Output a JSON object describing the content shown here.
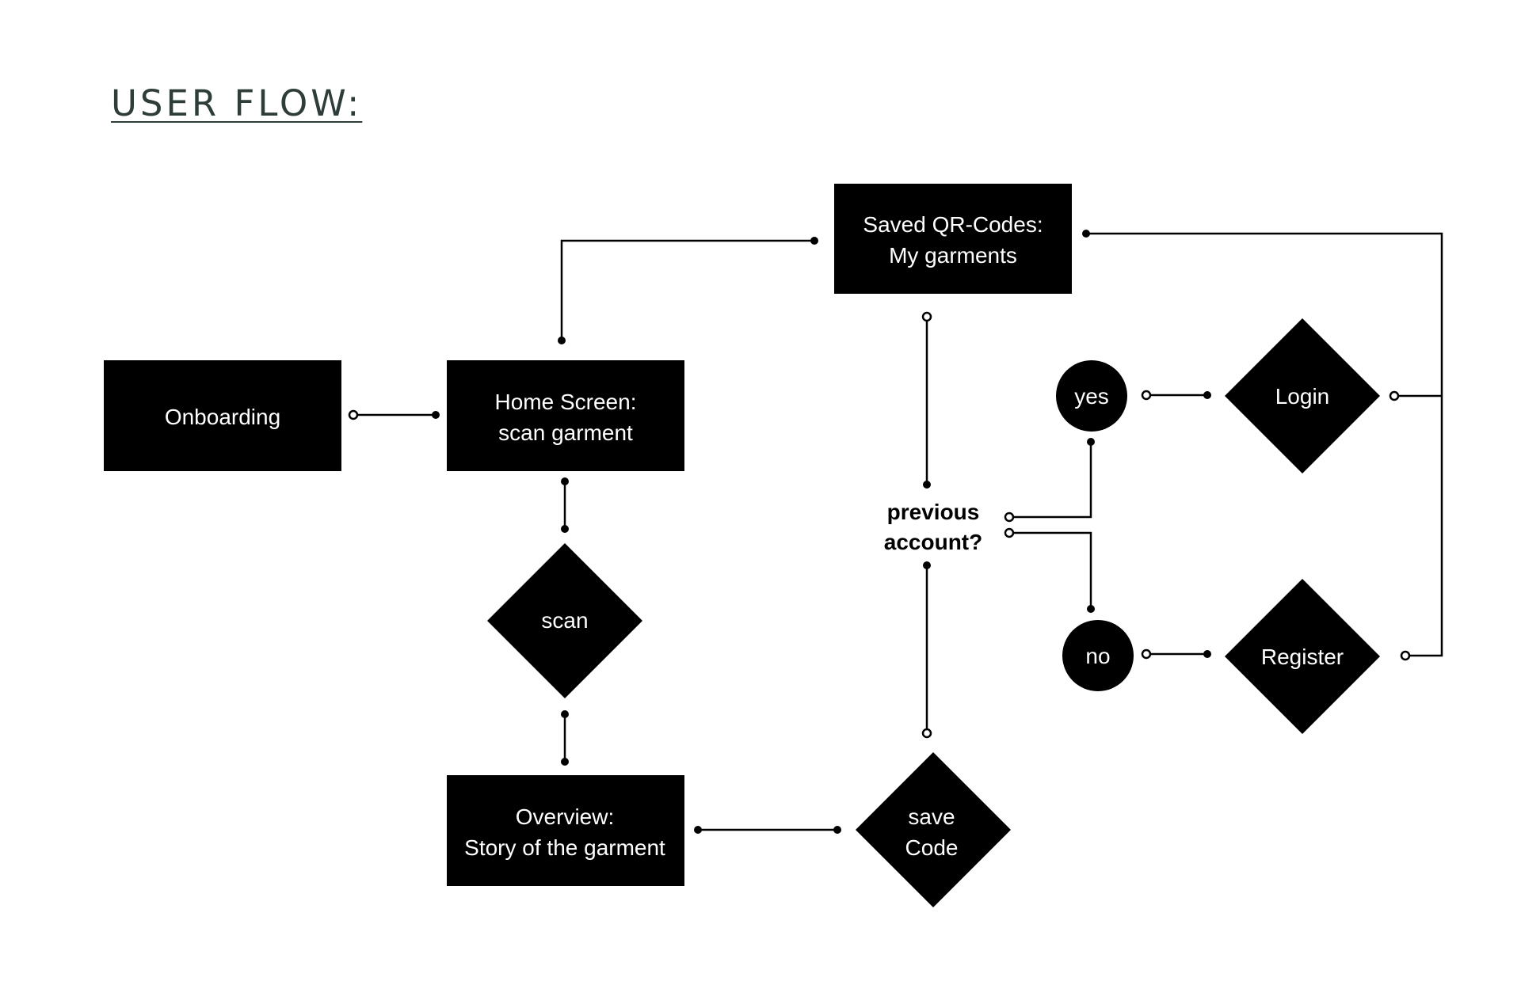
{
  "title": "USER FLOW:",
  "nodes": {
    "onboarding": "Onboarding",
    "home_1": "Home Screen:",
    "home_2": "scan garment",
    "scan": "scan",
    "overview_1": "Overview:",
    "overview_2": "Story of the garment",
    "save_1": "save",
    "save_2": "Code",
    "saved_1": "Saved QR-Codes:",
    "saved_2": "My garments",
    "question_1": "previous",
    "question_2": "account?",
    "yes": "yes",
    "no": "no",
    "login": "Login",
    "register": "Register"
  },
  "colors": {
    "node_fill": "#000000",
    "node_text": "#ffffff",
    "title": "#2e3d3a"
  }
}
